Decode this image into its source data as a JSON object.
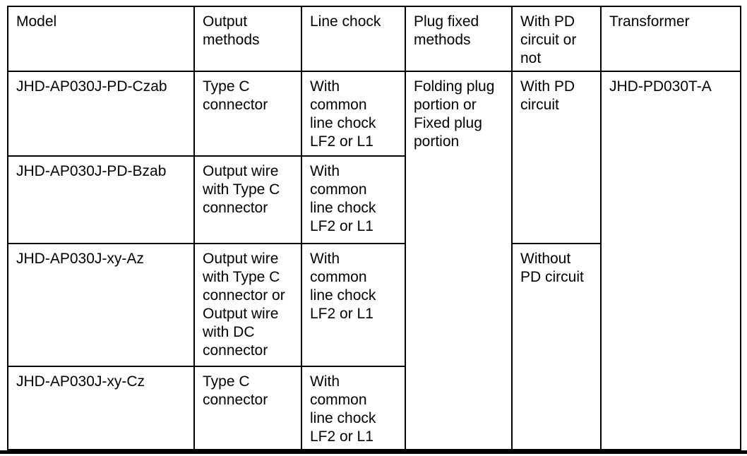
{
  "colors": {
    "background": "#ffffff",
    "text": "#000000",
    "border": "#000000"
  },
  "table": {
    "headers": [
      "Model",
      "Output\nmethods",
      "Line chock",
      "Plug fixed\nmethods",
      "With PD\ncircuit or\nnot",
      "Transformer"
    ],
    "rows": [
      {
        "model": "JHD-AP030J-PD-Czab",
        "output_methods": "Type C\nconnector",
        "line_chock": "With\ncommon\nline chock\nLF2 or L1"
      },
      {
        "model": "JHD-AP030J-PD-Bzab",
        "output_methods": "Output wire\nwith Type C\nconnector",
        "line_chock": "With\ncommon\nline chock\nLF2 or L1"
      },
      {
        "model": "JHD-AP030J-xy-Az",
        "output_methods": "Output wire\nwith Type C\nconnector or\nOutput wire\nwith DC\nconnector",
        "line_chock": "With\ncommon\nline chock\nLF2 or L1"
      },
      {
        "model": "JHD-AP030J-xy-Cz",
        "output_methods": "Type C\nconnector",
        "line_chock": "With\ncommon\nline chock\nLF2 or L1"
      }
    ],
    "merged_cells": {
      "plug_fixed_methods": "Folding plug\nportion or\nFixed plug\nportion",
      "with_pd_circuit": "With PD\ncircuit",
      "without_pd_circuit": "Without\nPD circuit",
      "transformer": "JHD-PD030T-A"
    }
  }
}
